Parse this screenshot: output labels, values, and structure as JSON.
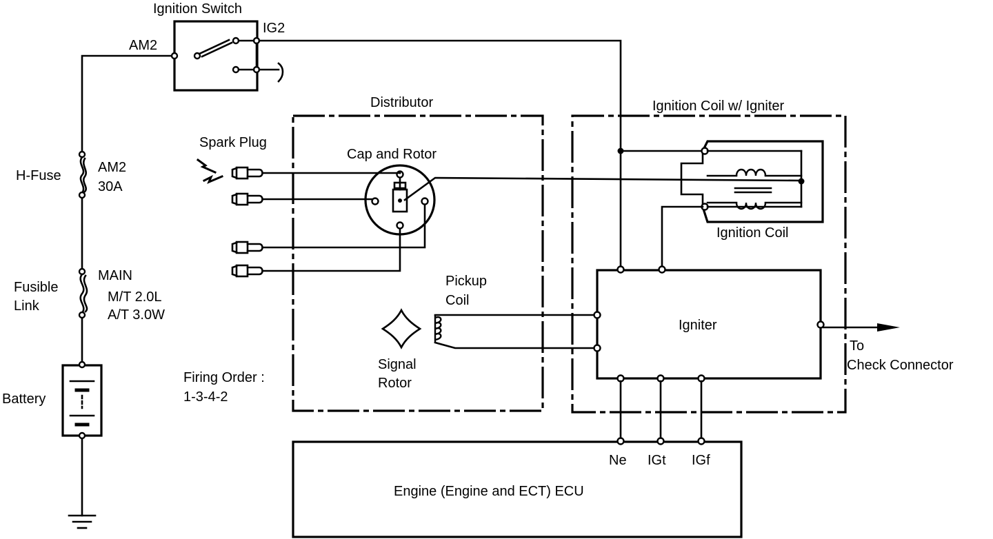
{
  "labels": {
    "ignition_switch": "Ignition Switch",
    "am2_switch": "AM2",
    "ig2": "IG2",
    "h_fuse": "H-Fuse",
    "h_fuse_name": "AM2",
    "h_fuse_rating": "30A",
    "fusible_link_line1": "Fusible",
    "fusible_link_line2": "Link",
    "main_fuse": "MAIN",
    "main_mt": "M/T 2.0L",
    "main_at": "A/T 3.0W",
    "battery": "Battery",
    "distributor": "Distributor",
    "spark_plug": "Spark Plug",
    "cap_and_rotor": "Cap and Rotor",
    "pickup_coil_line1": "Pickup",
    "pickup_coil_line2": "Coil",
    "signal_rotor_line1": "Signal",
    "signal_rotor_line2": "Rotor",
    "firing_order_label": "Firing Order :",
    "firing_order_value": "1-3-4-2",
    "ignition_coil_igniter": "Ignition Coil w/ Igniter",
    "ignition_coil": "Ignition Coil",
    "igniter": "Igniter",
    "to_label": "To",
    "check_connector": "Check Connector",
    "ecu": "Engine (Engine and ECT) ECU",
    "ne": "Ne",
    "igt": "IGt",
    "igf": "IGf"
  }
}
